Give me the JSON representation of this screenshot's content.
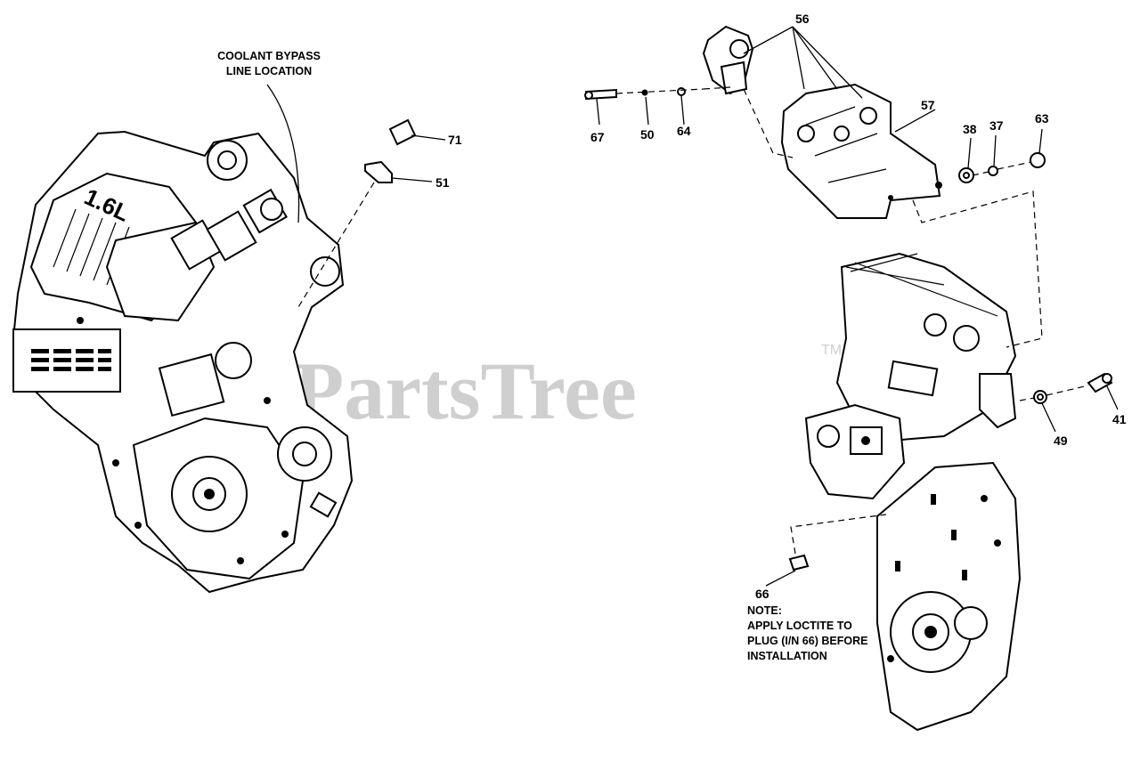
{
  "watermark": {
    "text": "PartsTree",
    "trademark": "TM"
  },
  "annotations": {
    "coolant_line1": "COOLANT BYPASS",
    "coolant_line2": "LINE LOCATION",
    "note_line1": "NOTE:",
    "note_line2": "APPLY LOCTITE TO",
    "note_line3": "PLUG (I/N 66) BEFORE",
    "note_line4": "INSTALLATION"
  },
  "callouts": [
    {
      "id": "71",
      "label": "71"
    },
    {
      "id": "51",
      "label": "51"
    },
    {
      "id": "56",
      "label": "56"
    },
    {
      "id": "67",
      "label": "67"
    },
    {
      "id": "50",
      "label": "50"
    },
    {
      "id": "64",
      "label": "64"
    },
    {
      "id": "57",
      "label": "57"
    },
    {
      "id": "38",
      "label": "38"
    },
    {
      "id": "37",
      "label": "37"
    },
    {
      "id": "63",
      "label": "63"
    },
    {
      "id": "49",
      "label": "49"
    },
    {
      "id": "41",
      "label": "41"
    },
    {
      "id": "66",
      "label": "66"
    }
  ],
  "engine_marking": "1.6L"
}
